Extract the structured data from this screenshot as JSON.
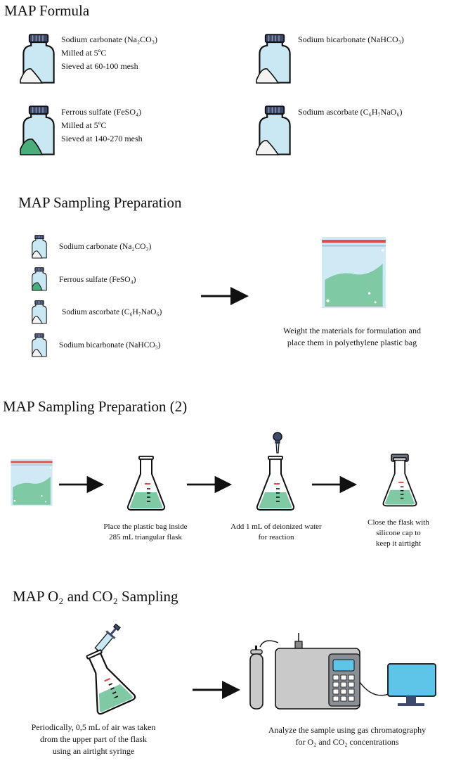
{
  "section1": {
    "title": "MAP Formula",
    "items": [
      {
        "lines": [
          "Sodium carbonate (Na₂CO₃)",
          "Milled at 5ºC",
          "Sieved at 60-100 mesh"
        ]
      },
      {
        "lines": [
          "Sodium bicarbonate (NaHCO₃)"
        ]
      },
      {
        "lines": [
          "Ferrous sulfate (FeSO₄)",
          "Milled at 5ºC",
          "Sieved at 140-270 mesh"
        ]
      },
      {
        "lines": [
          "Sodium ascorbate (C₆H₇NaO₆)"
        ]
      }
    ]
  },
  "section2": {
    "title": "MAP Sampling Preparation",
    "items": [
      "Sodium carbonate (Na₂CO₃)",
      "Ferrous sulfate (FeSO₄)",
      "Sodium ascorbate (C₆H₇NaO₆)",
      "Sodium bicarbonate (NaHCO₃)"
    ],
    "caption_lines": [
      "Weight the materials for formulation and",
      "place them in polyethylene plastic bag"
    ]
  },
  "section3": {
    "title": "MAP Sampling Preparation (2)",
    "steps": [
      {
        "lines": [
          "Place the plastic bag inside",
          "285 mL triangular flask"
        ]
      },
      {
        "lines": [
          "Add 1 mL of deionized water",
          "for reaction"
        ]
      },
      {
        "lines": [
          "Close the flask with",
          "silicone cap to",
          "keep it airtight"
        ]
      }
    ]
  },
  "section4": {
    "title": "MAP O₂ and CO₂ Sampling",
    "left_caption": [
      "Periodically, 0,5 mL of air was taken",
      "drom the upper part of the flask",
      "using an airtight syringe"
    ],
    "right_caption": [
      "Analyze the sample using gas chromatography",
      "for O₂ and CO₂ concentrations"
    ]
  },
  "colors": {
    "jar": "#c9e8f4",
    "lid": "#3d4a6b",
    "powder_white": "#f3f3f3",
    "powder_green": "#4aae7c",
    "liquid_green": "#7fcaa5",
    "bag": "#cfeaf5",
    "bag_stripe": "#e04a4a",
    "gc_body": "#c9c9c9",
    "gc_panel": "#8a8f96",
    "screen": "#5ec4e8"
  },
  "icons": [
    "jar-icon",
    "plastic-bag-icon",
    "arrow-icon",
    "flask-icon",
    "dropper-icon",
    "syringe-icon",
    "gas-cylinder-icon",
    "gas-chromatograph-icon",
    "monitor-icon"
  ]
}
